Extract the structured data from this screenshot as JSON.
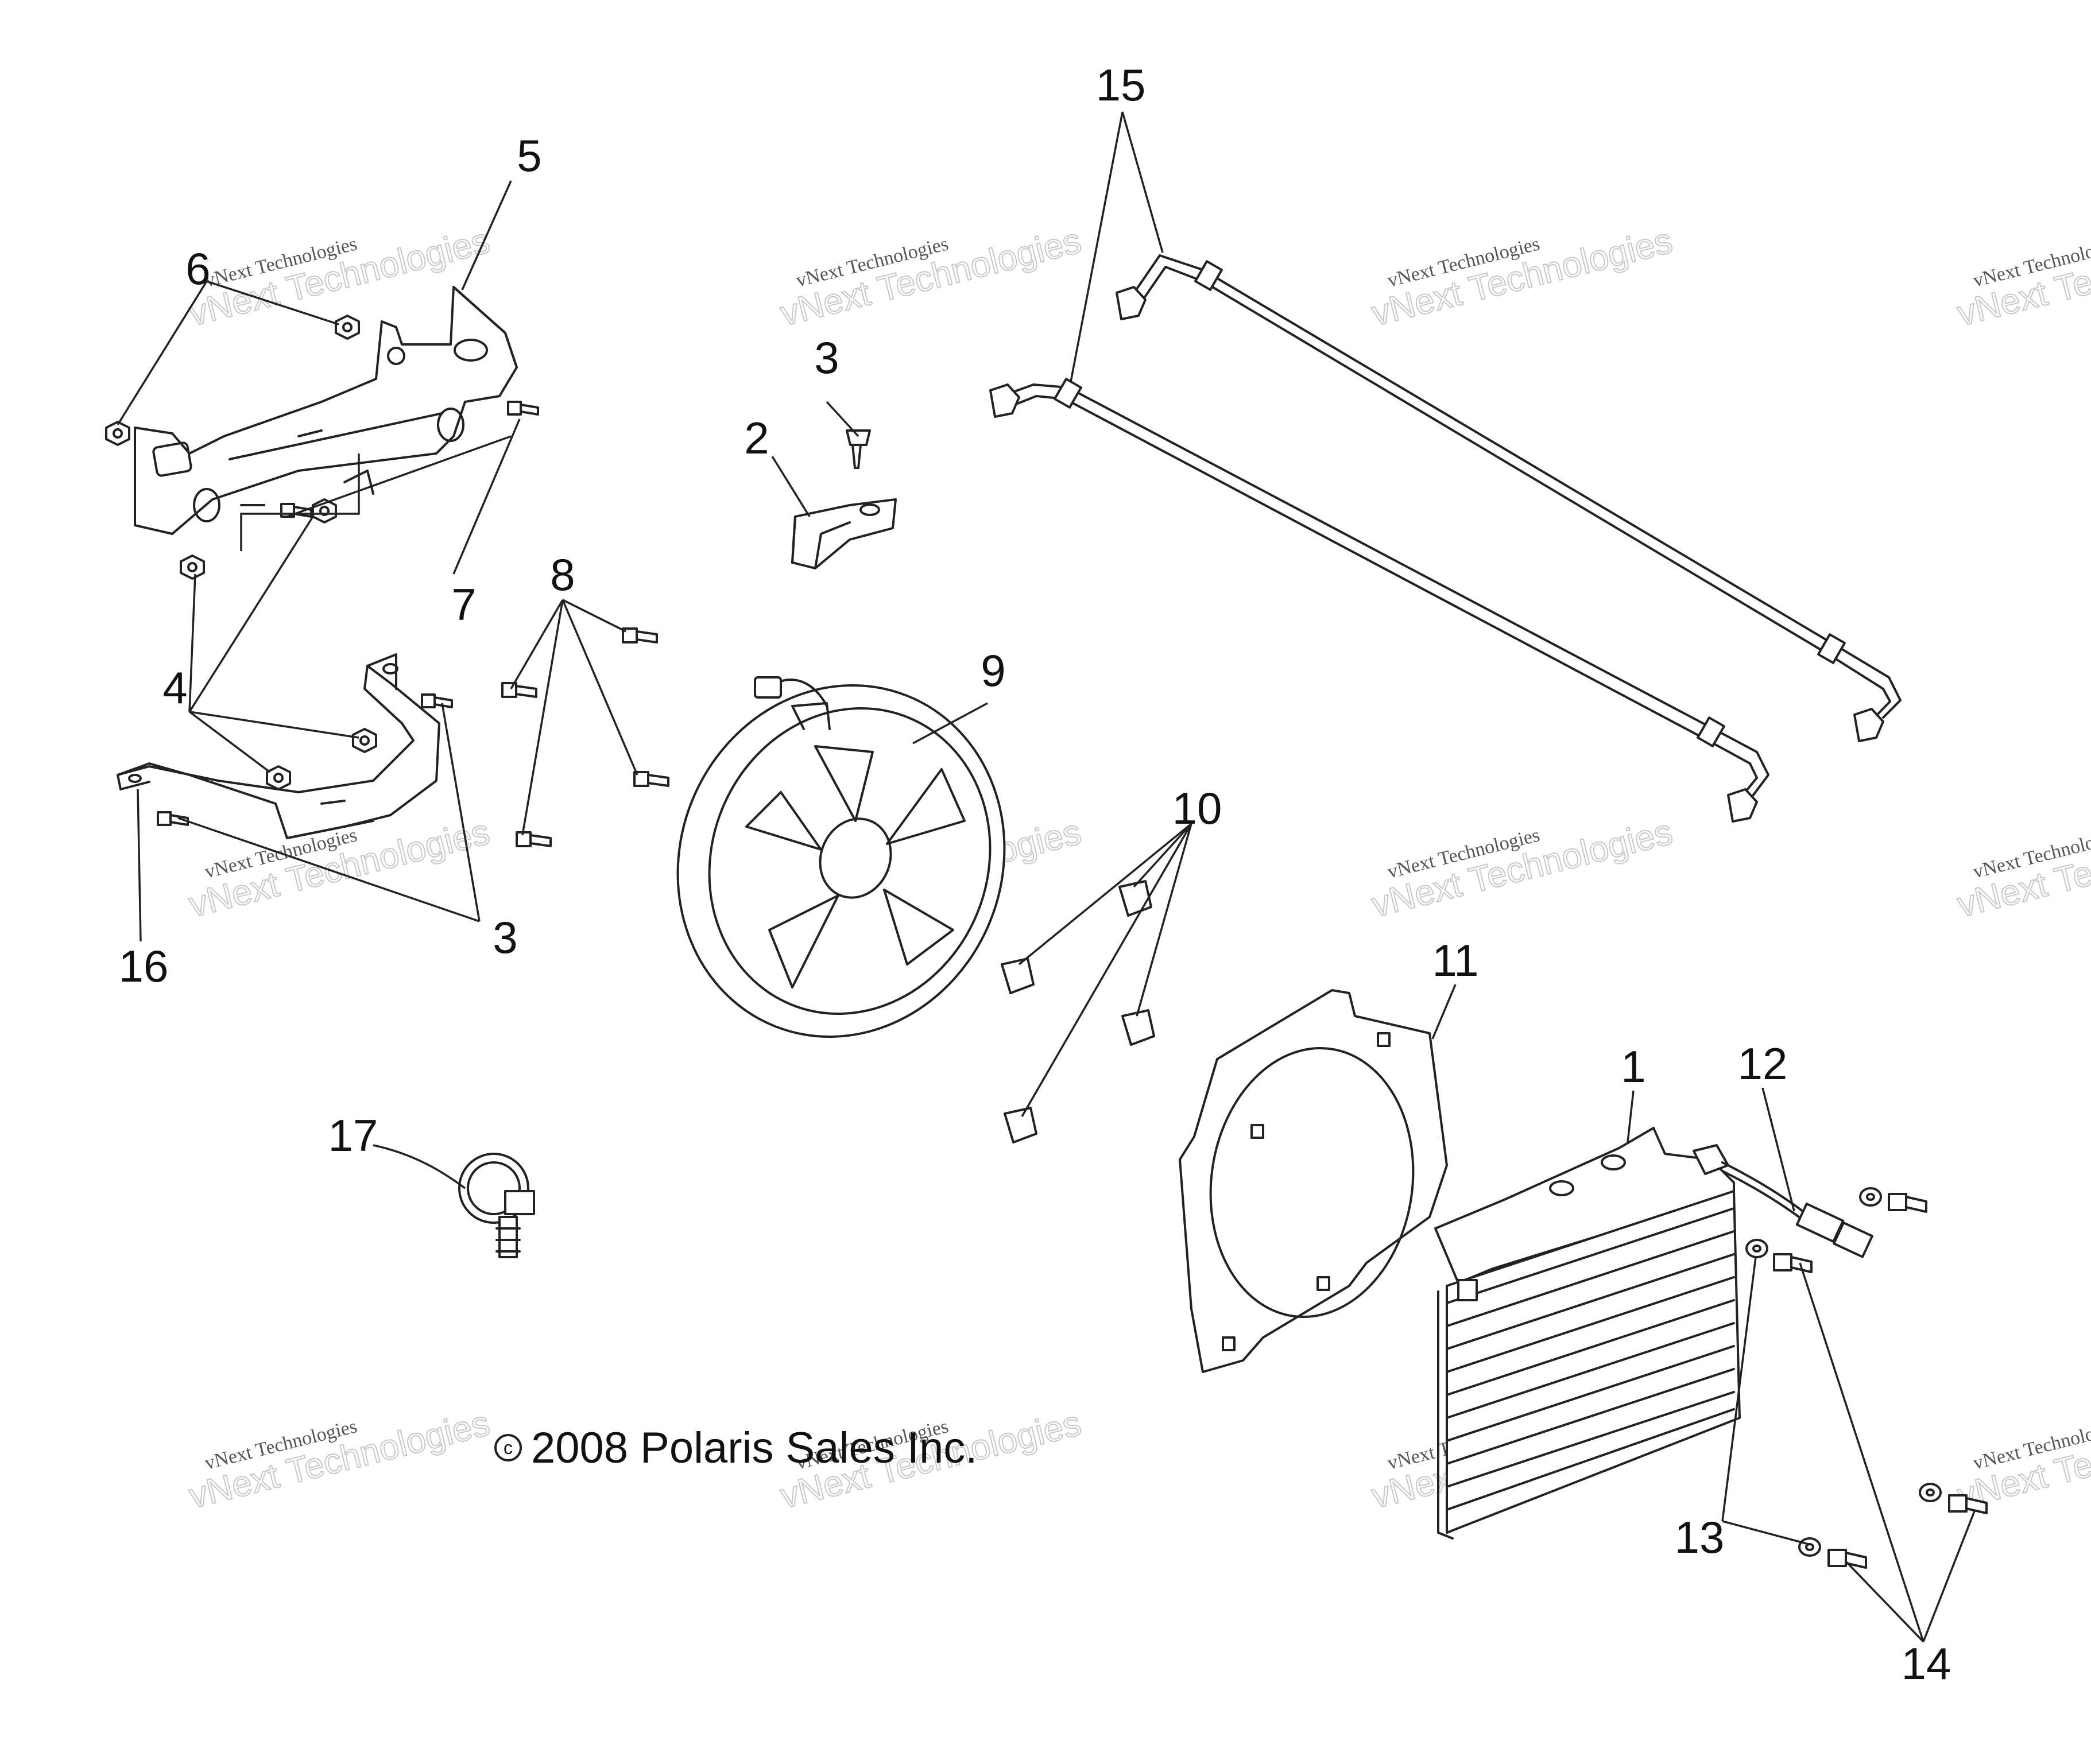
{
  "callouts": {
    "c1": "1",
    "c2": "2",
    "c3a": "3",
    "c3b": "3",
    "c4": "4",
    "c5": "5",
    "c6": "6",
    "c7": "7",
    "c8": "8",
    "c9": "9",
    "c10": "10",
    "c11": "11",
    "c12": "12",
    "c13": "13",
    "c14": "14",
    "c15": "15",
    "c16": "16",
    "c17": "17"
  },
  "watermark": {
    "line1": "vNext Technologies",
    "line2": "vNext Technologies"
  },
  "copyright": {
    "symbol": "c",
    "text": "2008 Polaris Sales Inc."
  },
  "colors": {
    "line": "#222222",
    "background": "#ffffff",
    "watermark": "#c8c8c8"
  }
}
